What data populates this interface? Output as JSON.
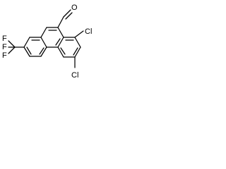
{
  "molecule": {
    "atom_labels": {
      "oxygen": "O",
      "fluorine_1": "F",
      "fluorine_2": "F",
      "fluorine_3": "F",
      "chlorine_1": "Cl",
      "chlorine_2": "Cl"
    },
    "colors": {
      "bond": "#000000",
      "label": "#000000",
      "background": "#ffffff"
    }
  }
}
